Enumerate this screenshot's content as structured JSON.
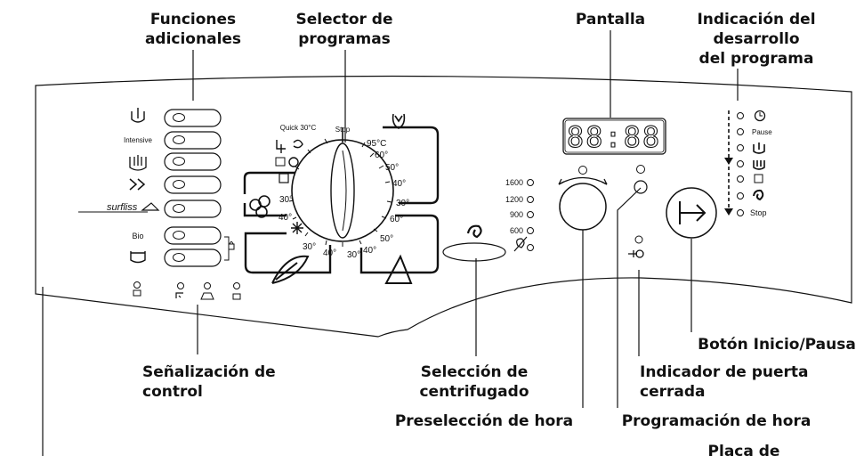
{
  "callouts": {
    "funciones_1": "Funciones",
    "funciones_2": "adicionales",
    "selector_1": "Selector de",
    "selector_2": "programas",
    "pantalla": "Pantalla",
    "indicacion_1": "Indicación del",
    "indicacion_2": "desarrollo",
    "indicacion_3": "del programa",
    "boton_inicio": "Botón Inicio/Pausa",
    "senalizacion_1": "Señalización de",
    "senalizacion_2": "control",
    "seleccion_1": "Selección de",
    "seleccion_2": "centrifugado",
    "puerta_1": "Indicador de puerta",
    "puerta_2": "cerrada",
    "preseleccion": "Preselección de hora",
    "programacion": "Programación de hora",
    "placa_1": "Placa de"
  },
  "panel": {
    "function_labels": [
      "Intensive",
      "surfliss",
      "Bio"
    ],
    "dial_labels": {
      "quick": "Quick 30°C",
      "stop": "Stop",
      "t95": "95°C",
      "t60a": "60°",
      "t50a": "50°",
      "t40a": "40°",
      "t30a": "30°",
      "t60b": "60°",
      "t50b": "50°",
      "t40b": "40°",
      "t30b": "30°",
      "t40c": "40°",
      "t30c": "30°",
      "t30d": "30°",
      "t40d": "40°"
    },
    "spin_speeds": [
      "1600",
      "1200",
      "900",
      "600"
    ],
    "display_digits": "88:88",
    "progress_labels": {
      "pause": "Pause",
      "stop": "Stop"
    }
  }
}
